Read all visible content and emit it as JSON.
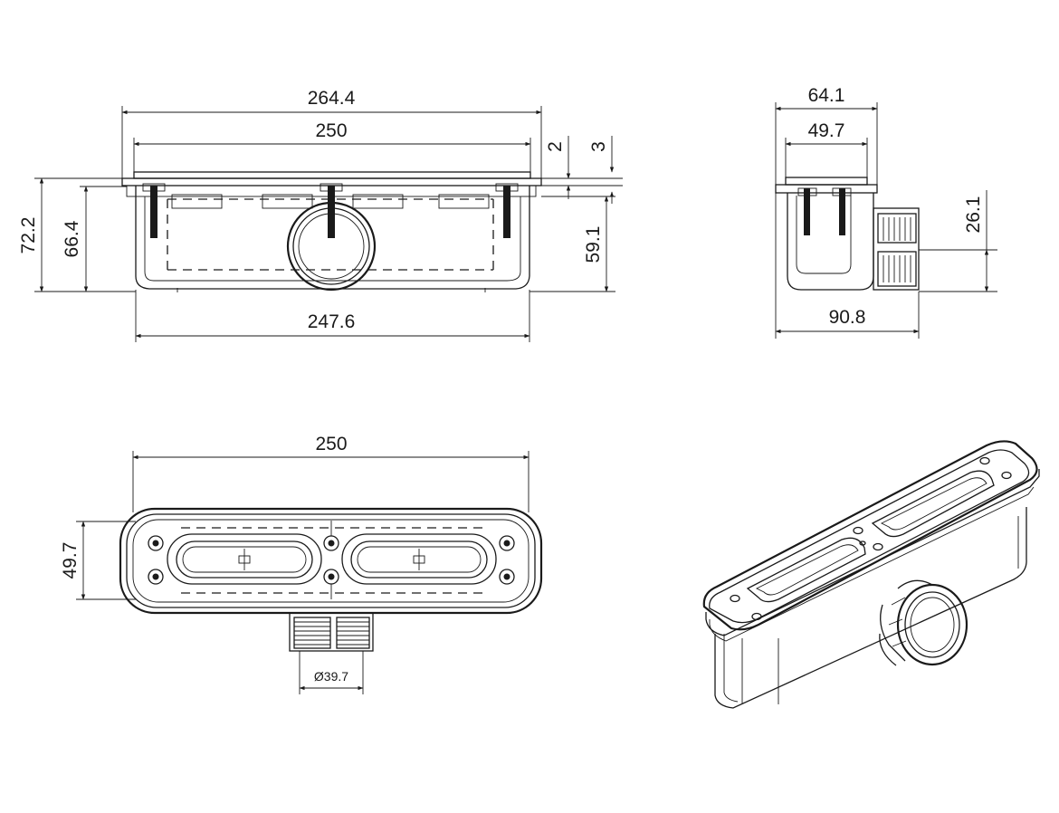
{
  "front_view": {
    "dims": {
      "overall_width": "264.4",
      "grate_width": "250",
      "base_width": "247.6",
      "total_height": "72.2",
      "body_height": "66.4",
      "outlet_height": "59.1",
      "flange_top": "2",
      "flange_thickness": "3"
    }
  },
  "side_view": {
    "dims": {
      "top_width": "64.1",
      "grate_width": "49.7",
      "outlet_center_height": "26.1",
      "overall_depth": "90.8"
    }
  },
  "top_view": {
    "dims": {
      "length": "250",
      "width": "49.7",
      "outlet_diameter": "Ø39.7"
    }
  },
  "colors": {
    "line": "#1a1a1a",
    "background": "#ffffff"
  }
}
